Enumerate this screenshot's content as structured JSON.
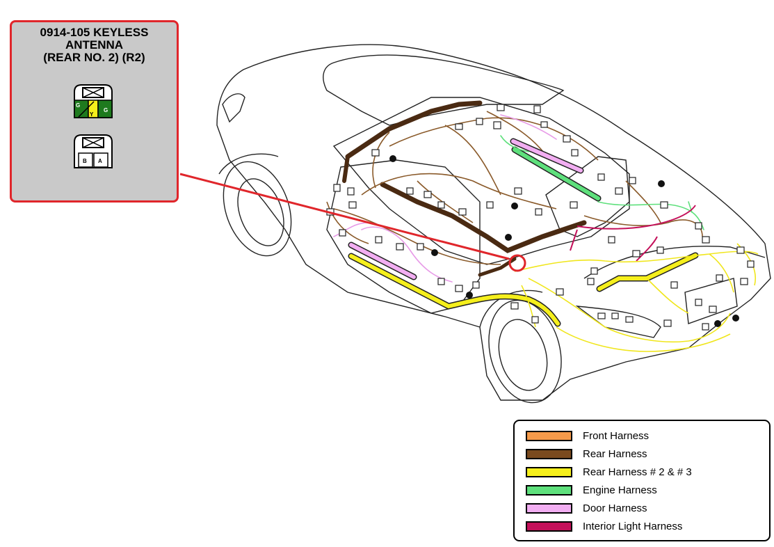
{
  "callout": {
    "title_lines": [
      "0914-105 KEYLESS",
      "ANTENNA",
      "(REAR NO. 2) (R2)"
    ],
    "top_connector": {
      "pins": [
        "G",
        "Y",
        "G"
      ],
      "colors": [
        "#1e7a1e",
        "#f5ef1c",
        "#1e7a1e"
      ]
    },
    "bottom_connector": {
      "pins": [
        "B",
        "A"
      ]
    },
    "border_color": "#e0262b"
  },
  "legend": {
    "items": [
      {
        "label": "Front Harness",
        "color": "#f59a4a"
      },
      {
        "label": "Rear Harness",
        "color": "#7a4a1e"
      },
      {
        "label": "Rear Harness # 2 & # 3",
        "color": "#f5ef1c"
      },
      {
        "label": "Engine Harness",
        "color": "#5ee07c"
      },
      {
        "label": "Door Harness",
        "color": "#f2aef2"
      },
      {
        "label": "Interior Light Harness",
        "color": "#c4105a"
      }
    ]
  }
}
